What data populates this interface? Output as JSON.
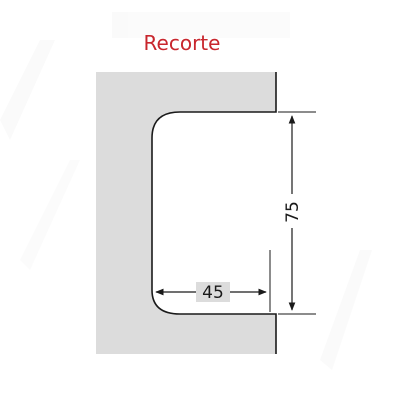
{
  "title": "Recorte",
  "dimensions": {
    "width_label": "45",
    "height_label": "75"
  },
  "colors": {
    "title": "#c8262d",
    "panel": "#dcdcdc",
    "cutout": "#ffffff",
    "outline": "#1a1a1a"
  }
}
